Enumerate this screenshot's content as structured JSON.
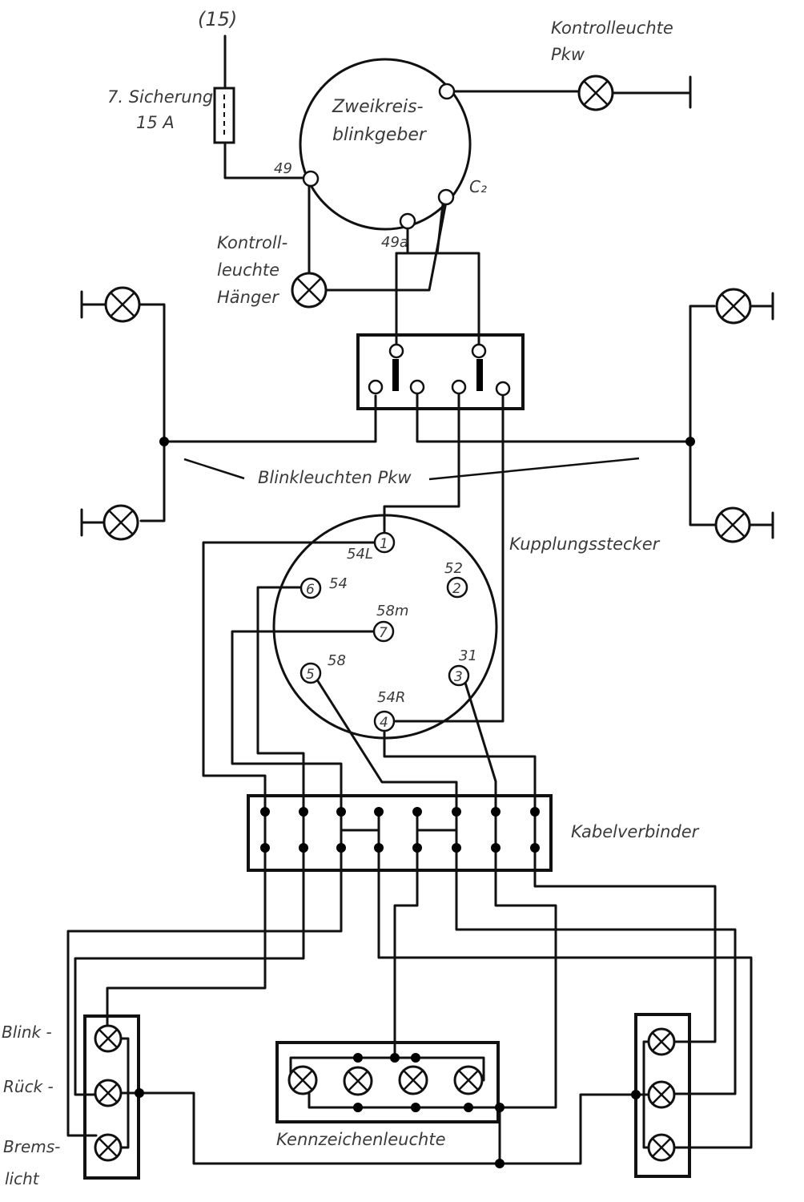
{
  "labels": {
    "circuit_15": "(15)",
    "fuse_line1": "7. Sicherung",
    "fuse_line2": "15 A",
    "flasher_line1": "Zweikreis-",
    "flasher_line2": "blinkgeber",
    "terminal_49": "49",
    "terminal_49a": "49a",
    "terminal_c2": "C₂",
    "pilot_car_line1": "Kontrolleuchte",
    "pilot_car_line2": "Pkw",
    "pilot_trailer_line1": "Kontroll-",
    "pilot_trailer_line2": "leuchte",
    "pilot_trailer_line3": "Hänger",
    "car_indicators": "Blinkleuchten Pkw",
    "coupling_plug": "Kupplungsstecker",
    "cable_connector": "Kabelverbinder",
    "plate_light": "Kennzeichenleuchte",
    "rear_blink": "Blink -",
    "rear_tail": "Rück -",
    "rear_brake_line1": "Brems-",
    "rear_brake_line2": "licht"
  },
  "plug_pins": [
    {
      "number": "1",
      "code": "54L"
    },
    {
      "number": "2",
      "code": "52"
    },
    {
      "number": "3",
      "code": "31"
    },
    {
      "number": "4",
      "code": "54R"
    },
    {
      "number": "5",
      "code": "58"
    },
    {
      "number": "6",
      "code": "54"
    },
    {
      "number": "7",
      "code": "58m"
    }
  ],
  "icons": {
    "lamp": "lamp-icon",
    "ground": "ground-icon",
    "fuse": "fuse-icon"
  }
}
